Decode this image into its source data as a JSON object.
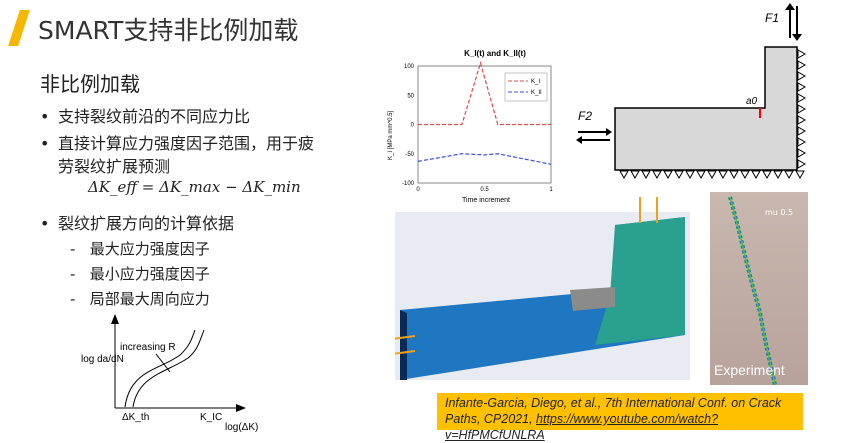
{
  "title": "SMART支持非比例加载",
  "subtitle": "非比例加载",
  "bullets": [
    "支持裂纹前沿的不同应力比",
    "直接计算应力强度因子范围，用于疲",
    "劳裂纹扩展预测",
    "裂纹扩展方向的计算依据"
  ],
  "formula": "ΔK_eff = ΔK_max − ΔK_min",
  "dashes": [
    "最大应力强度因子",
    "最小应力强度因子",
    "局部最大周向应力"
  ],
  "sketch": {
    "ylabel": "log da/dN",
    "annotation": "increasing R",
    "xlabel": "log(ΔK)",
    "x_left": "ΔK_th",
    "x_right": "K_IC"
  },
  "chart_data": {
    "type": "line",
    "title": "K_I(t) and K_II(t)",
    "xlabel": "Time increment",
    "ylabel": "K_I [MPa mm^0.5]",
    "xlim": [
      0,
      1
    ],
    "ylim": [
      -100,
      100
    ],
    "xticks": [
      "0",
      "0.5",
      "1"
    ],
    "yticks": [
      "100",
      "50",
      "0",
      "-50",
      "-100"
    ],
    "legend": "top-right",
    "series": [
      {
        "name": "K_I",
        "color": "#e84a4a",
        "x": [
          0,
          0.33,
          0.47,
          0.6,
          1
        ],
        "y": [
          0,
          0,
          105,
          0,
          0
        ]
      },
      {
        "name": "K_II",
        "color": "#3a4ee8",
        "x": [
          0,
          0.33,
          0.5,
          0.6,
          1
        ],
        "y": [
          -63,
          -50,
          -52,
          -50,
          -68
        ]
      }
    ]
  },
  "diagram": {
    "f1": "F1",
    "f2": "F2",
    "a0": "a0"
  },
  "photo_label": "Experiment",
  "photo_scale": "mu 0.5",
  "citation": {
    "text": "Infante-Garcia, Diego, et al., 7th International Conf. on Crack Paths, CP2021, ",
    "link": "https://www.youtube.com/watch?v=HfPMCfUNLRA"
  }
}
